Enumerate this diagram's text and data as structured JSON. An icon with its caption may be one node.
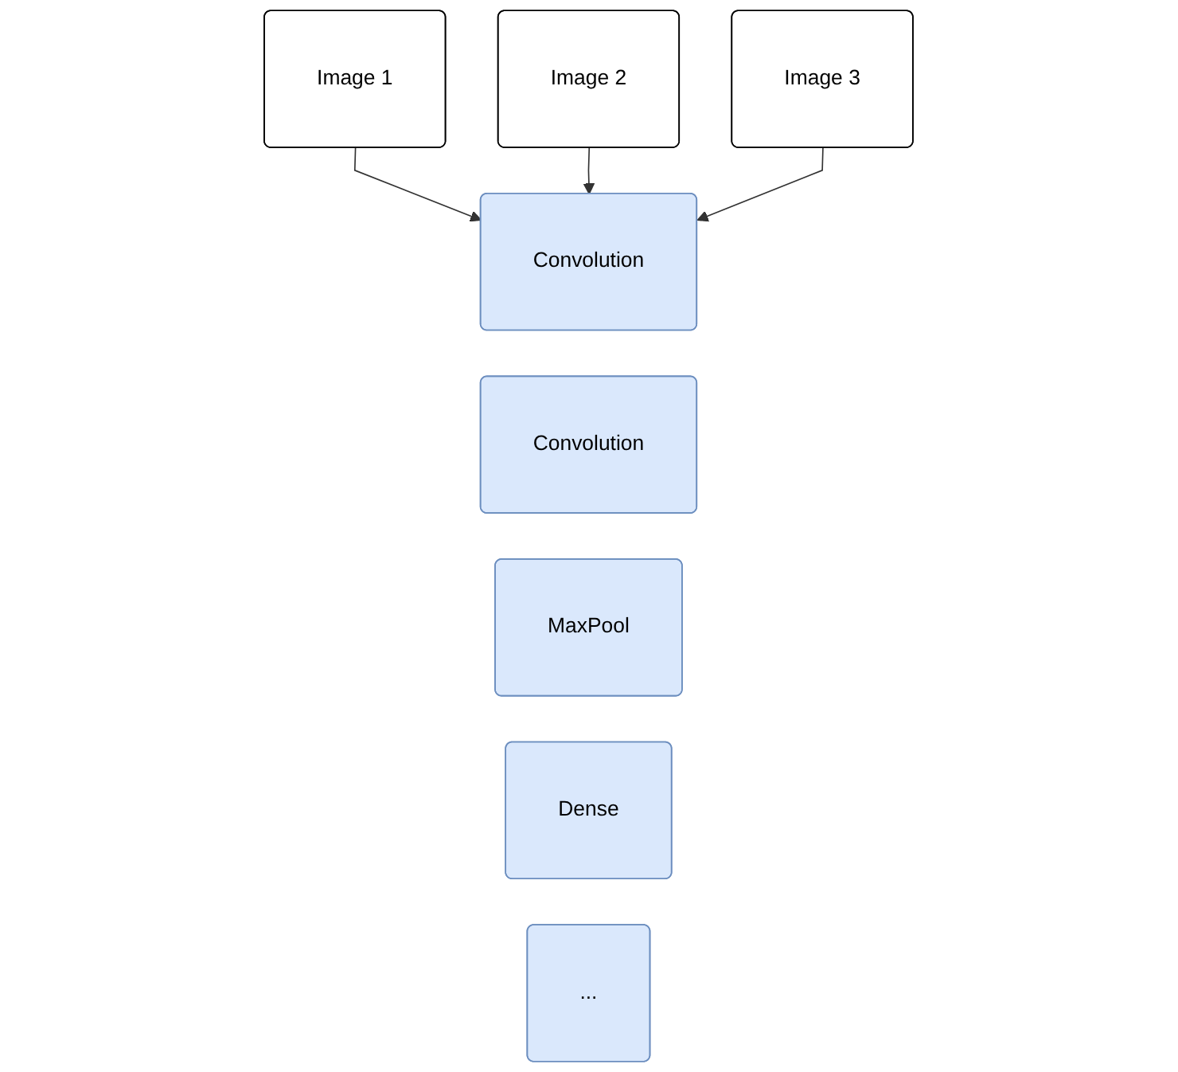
{
  "diagram": {
    "nodes": [
      {
        "text": [
          "Image 1"
        ]
      },
      {
        "text": [
          "Image 2"
        ]
      },
      {
        "text": [
          "Image 3"
        ]
      },
      {
        "text": [
          "Convolution"
        ]
      },
      {
        "text": [
          "Convolution"
        ]
      },
      {
        "text": [
          "MaxPool"
        ]
      },
      {
        "text": [
          "Dense"
        ]
      },
      {
        "text": [
          "..."
        ]
      }
    ],
    "edges": [
      {
        "from": 0,
        "to": 3,
        "arrow": "to"
      },
      {
        "from": 1,
        "to": 3,
        "arrow": "to"
      },
      {
        "from": 2,
        "to": 3,
        "arrow": "to"
      }
    ]
  }
}
